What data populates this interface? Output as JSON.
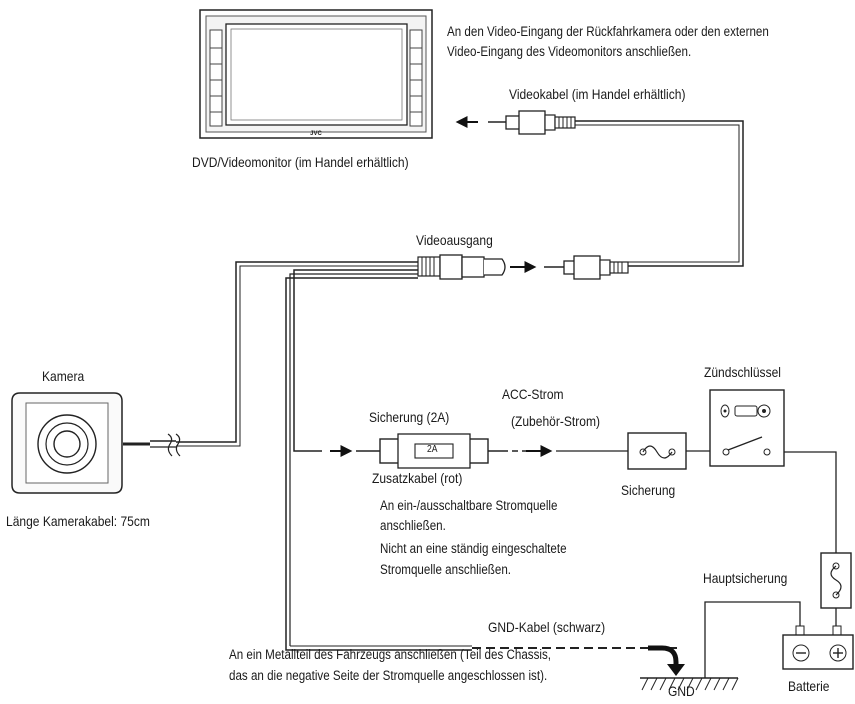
{
  "labels": {
    "monitor_note_line1": "An den Video-Eingang der Rückfahrkamera oder den externen",
    "monitor_note_line2": "Video-Eingang des Videomonitors anschließen.",
    "video_cable": "Videokabel  (im Handel erhältlich)",
    "monitor": "DVD/Videomonitor (im Handel erhältlich)",
    "video_output": "Videoausgang",
    "camera": "Kamera",
    "camera_cable_length": "Länge Kamerakabel: 75cm",
    "ignition_key": "Zündschlüssel",
    "acc_power": "ACC-Strom",
    "acc_power_sub": "(Zubehör-Strom)",
    "fuse_2a": "Sicherung (2A)",
    "fuse_rating": "2A",
    "fuse": "Sicherung",
    "accessory_cable": "Zusatzkabel (rot)",
    "switched_note_line1": "An ein-/ausschaltbare Stromquelle",
    "switched_note_line2": "anschließen.",
    "switched_note_line3": "Nicht an eine ständig eingeschaltete",
    "switched_note_line4": "Stromquelle anschließen.",
    "main_fuse": "Hauptsicherung",
    "gnd_cable": "GND-Kabel (schwarz)",
    "chassis_note_line1": "An ein Metallteil des Fahrzeugs anschließen (Teil des Chassis,",
    "chassis_note_line2": "das an die negative Seite der Stromquelle angeschlossen ist).",
    "gnd": "GND",
    "battery": "Batterie",
    "brand": "JVC"
  }
}
